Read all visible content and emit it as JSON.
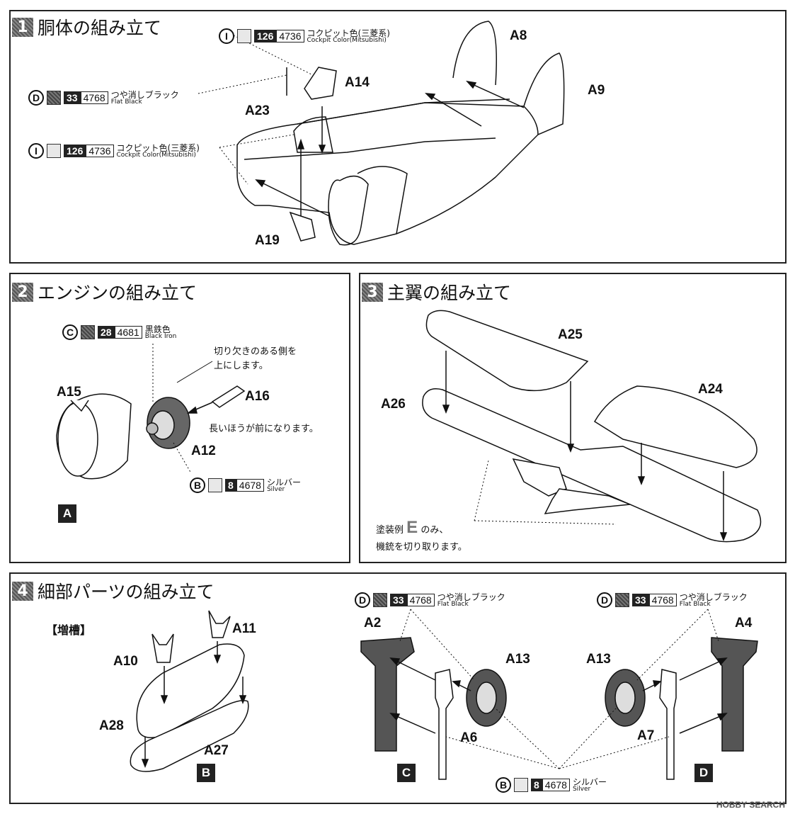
{
  "steps": {
    "s1": {
      "num": "1",
      "title": "胴体の組み立て"
    },
    "s2": {
      "num": "2",
      "title": "エンジンの組み立て"
    },
    "s3": {
      "num": "3",
      "title": "主翼の組み立て"
    },
    "s4": {
      "num": "4",
      "title": "細部パーツの組み立て"
    }
  },
  "paints": {
    "I": {
      "letter": "I",
      "mr": "126",
      "num": "4736",
      "jp": "コクピット色(三菱系)",
      "en": "Cockpit Color(Mitsubishi)"
    },
    "D": {
      "letter": "D",
      "mr": "33",
      "num": "4768",
      "jp": "つや消しブラック",
      "en": "Flat Black"
    },
    "C": {
      "letter": "C",
      "mr": "28",
      "num": "4681",
      "jp": "黒鉄色",
      "en": "Black Iron"
    },
    "B": {
      "letter": "B",
      "mr": "8",
      "num": "4678",
      "jp": "シルバー",
      "en": "Silver"
    }
  },
  "parts": {
    "A2": "A2",
    "A4": "A4",
    "A6": "A6",
    "A7": "A7",
    "A8": "A8",
    "A9": "A9",
    "A10": "A10",
    "A11": "A11",
    "A12": "A12",
    "A13": "A13",
    "A14": "A14",
    "A15": "A15",
    "A16": "A16",
    "A19": "A19",
    "A23": "A23",
    "A24": "A24",
    "A25": "A25",
    "A26": "A26",
    "A27": "A27",
    "A28": "A28"
  },
  "notes": {
    "notch_line1": "切り欠きのある側を",
    "notch_line2": "上にします。",
    "long_front": "長いほうが前になります。",
    "scheme_pre": "塗装例",
    "scheme_letter": "E",
    "scheme_post": "のみ、",
    "scheme_line2": "機銃を切り取ります。",
    "droptank": "【増槽】"
  },
  "tags": {
    "A": "A",
    "B": "B",
    "C": "C",
    "D": "D"
  },
  "watermark": "HOBBY SEARCH"
}
